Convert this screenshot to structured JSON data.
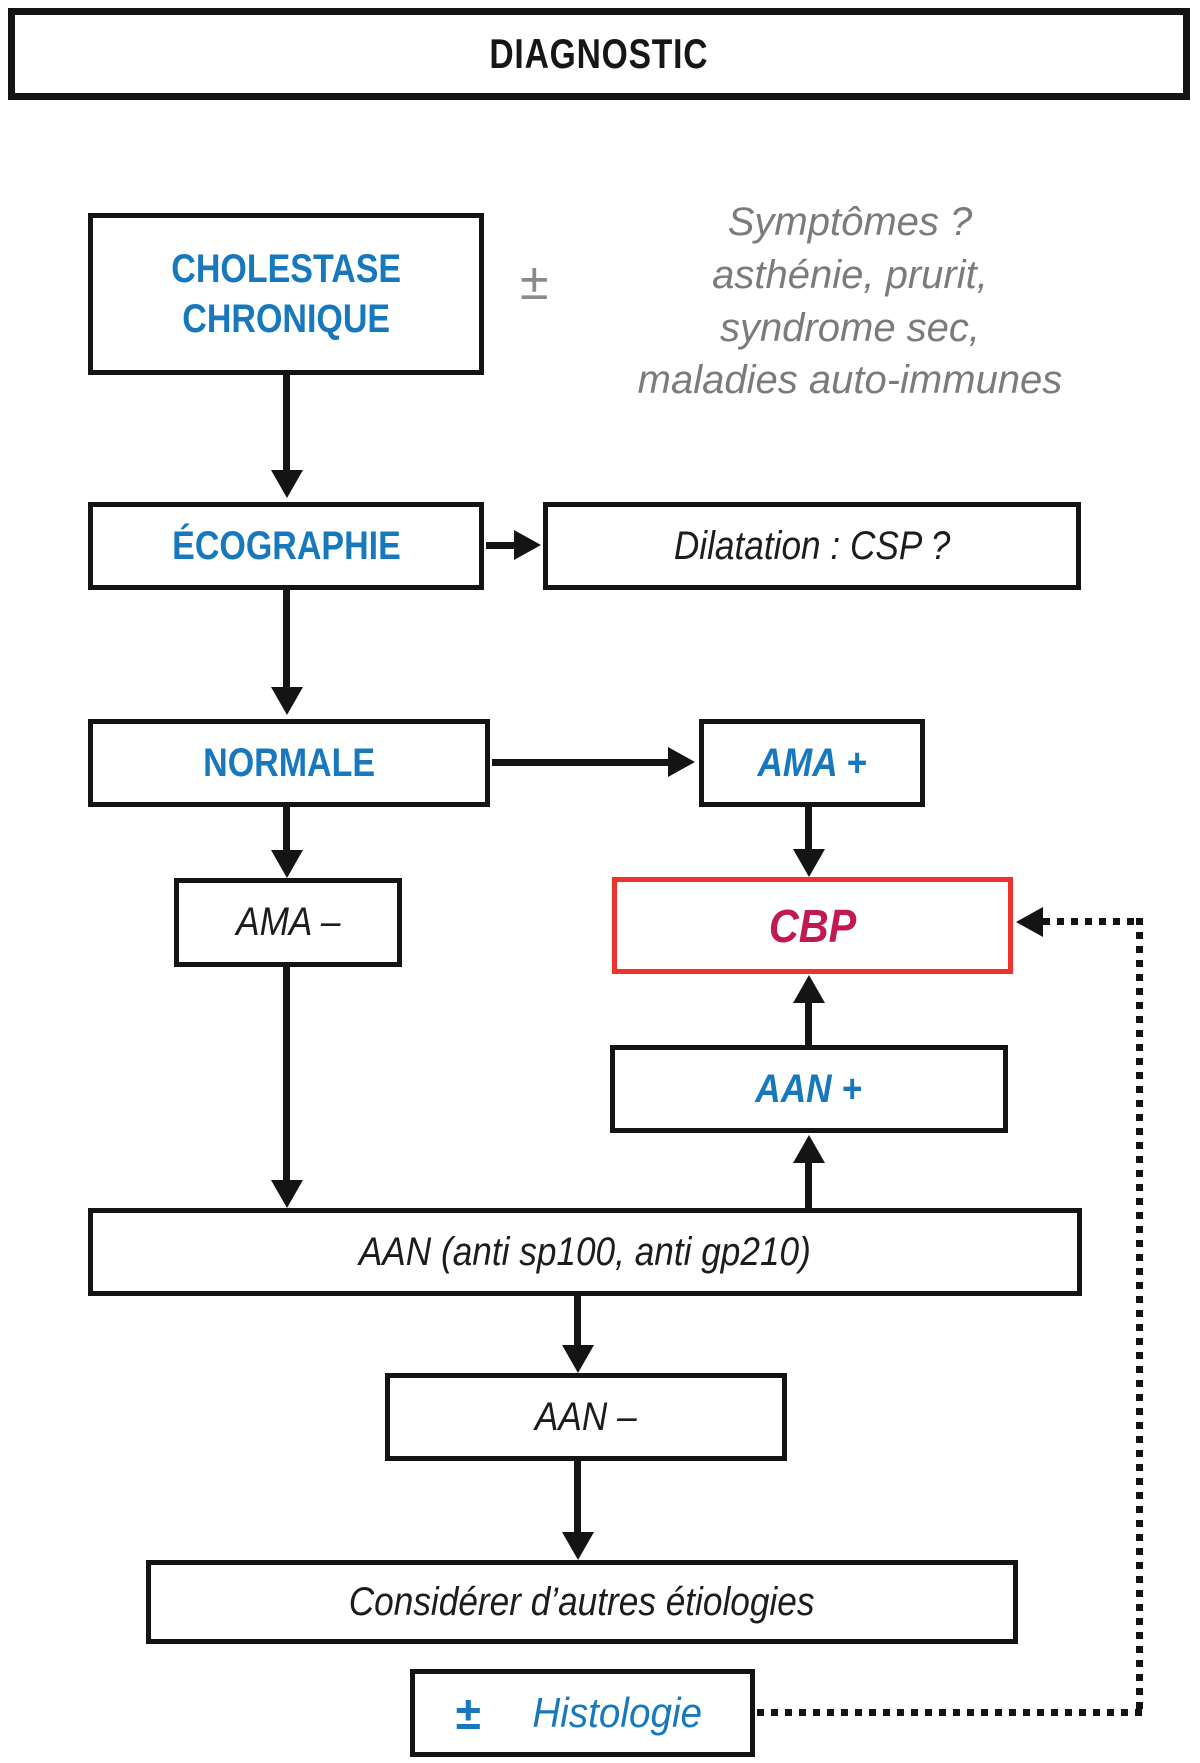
{
  "diagram": {
    "title": "DIAGNOSTIC",
    "nodes": {
      "cholestase_line1": "CHOLESTASE",
      "cholestase_line2": "CHRONIQUE",
      "plus_minus_top": "±",
      "symptoms_line1": "Symptômes ?",
      "symptoms_line2": "asthénie, prurit,",
      "symptoms_line3": "syndrome sec,",
      "symptoms_line4": "maladies auto-immunes",
      "echographie": "ÉCOGRAPHIE",
      "dilatation": "Dilatation : CSP ?",
      "normale": "NORMALE",
      "ama_plus": "AMA +",
      "ama_minus": "AMA –",
      "cbp": "CBP",
      "aan_plus": "AAN +",
      "aan_panel": "AAN (anti sp100, anti gp210)",
      "aan_minus": "AAN –",
      "considerer": "Considérer d’autres étiologies",
      "histologie_plus_minus": "±",
      "histologie": "Histologie"
    },
    "colors": {
      "accent_blue": "#1878be",
      "cbp_border_red": "#f0332a",
      "cbp_text_crimson": "#c11a52",
      "note_gray": "#7b7b7b",
      "line_black": "#141414"
    }
  }
}
